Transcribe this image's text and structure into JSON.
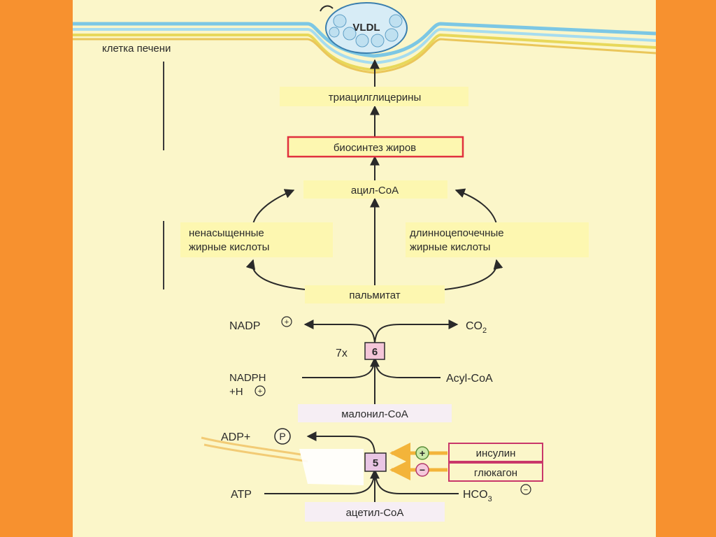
{
  "panel": {
    "cell_label": "клетка печени",
    "vldl_label": "VLDL"
  },
  "pathway": {
    "triacylglycerols": "триацилглицерины",
    "fat_biosynthesis": "биосинтез жиров",
    "acyl_coa": "ацил-CoA",
    "unsaturated_fa_line1": "ненасыщенные",
    "unsaturated_fa_line2": "жирные кислоты",
    "long_chain_fa_line1": "длинноцепочечные",
    "long_chain_fa_line2": "жирные кислоты",
    "palmitate": "пальмитат",
    "nadp": "NADP",
    "co2": "CO",
    "co2_sub": "2",
    "times7": "7x",
    "enzyme6": "6",
    "nadph_line1": "NADPH",
    "nadph_line2": "+H",
    "acyl_coa_en": "Acyl-CoA",
    "malonyl_coa": "малонил-CoA",
    "adp": "ADP+",
    "phosphate": "P",
    "enzyme5": "5",
    "insulin": "инсулин",
    "glucagon": "глюкагон",
    "atp": "ATP",
    "hco3": "HCO",
    "hco3_sub": "3",
    "acetyl_coa": "ацетил-CoA",
    "plus": "+",
    "minus": "−"
  },
  "colors": {
    "background_orange": "#f7912f",
    "panel_yellow": "#fbf6c9",
    "label_box": "#fdf7b0",
    "enzyme_box": "#f4c6d8",
    "hormone_border": "#c9376a",
    "membrane_blue": "#8fcfe8",
    "arrow": "#2a2a2a"
  }
}
